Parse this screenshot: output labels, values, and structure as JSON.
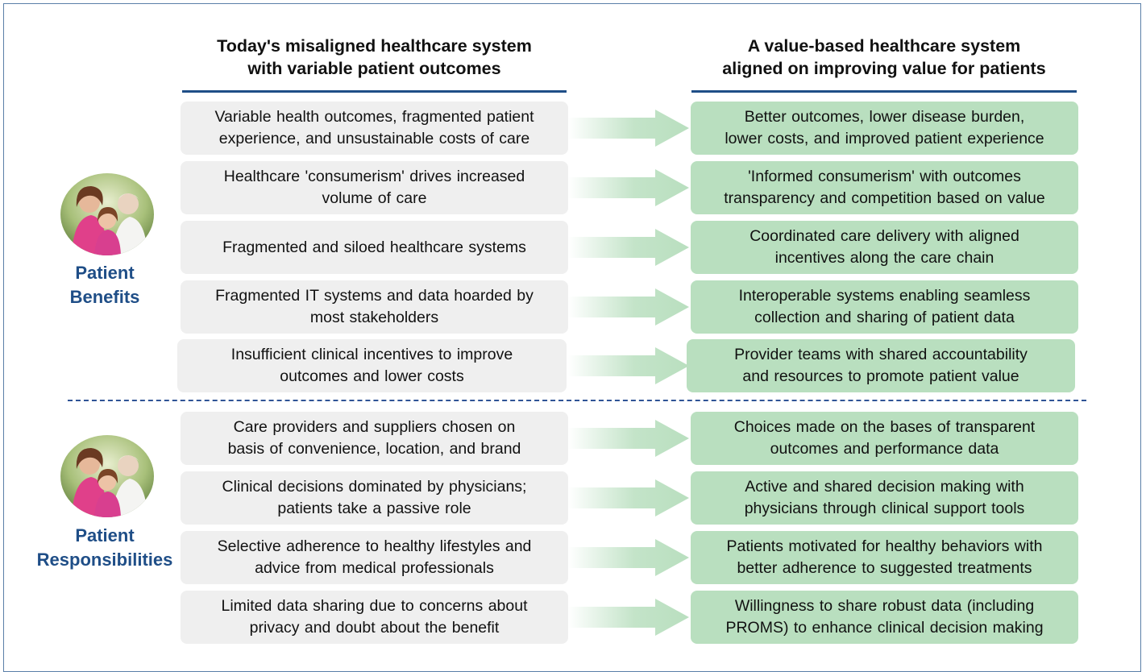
{
  "headers": {
    "left": [
      "Today's misaligned healthcare system",
      "with variable patient outcomes"
    ],
    "right": [
      "A value-based healthcare system",
      "aligned on improving value for patients"
    ]
  },
  "groups": {
    "benefits": [
      "Patient",
      "Benefits"
    ],
    "responsibilities": [
      "Patient",
      "Responsibilities"
    ]
  },
  "rows": [
    {
      "left": [
        "Variable health outcomes, fragmented patient",
        "experience, and unsustainable costs of care"
      ],
      "right": [
        "Better outcomes, lower disease burden,",
        "lower costs, and improved patient experience"
      ]
    },
    {
      "left": [
        "Healthcare 'consumerism' drives increased",
        "volume of care"
      ],
      "right": [
        "'Informed consumerism' with outcomes",
        "transparency and competition based on value"
      ]
    },
    {
      "left": [
        "Fragmented and siloed healthcare systems"
      ],
      "right": [
        "Coordinated care delivery with aligned",
        "incentives along the care chain"
      ]
    },
    {
      "left": [
        "Fragmented IT systems and data hoarded by",
        "most stakeholders"
      ],
      "right": [
        "Interoperable systems enabling seamless",
        "collection and sharing of patient data"
      ]
    },
    {
      "left": [
        "Insufficient clinical incentives to improve",
        "outcomes and lower costs"
      ],
      "right": [
        "Provider teams with shared accountability",
        "and resources to promote patient value"
      ]
    },
    {
      "left": [
        "Care providers and suppliers chosen on",
        "basis of convenience, location, and brand"
      ],
      "right": [
        "Choices made on the bases of transparent",
        "outcomes and performance data"
      ]
    },
    {
      "left": [
        "Clinical decisions dominated by physicians;",
        "patients take a passive role"
      ],
      "right": [
        "Active and shared decision making with",
        "physicians through clinical support tools"
      ]
    },
    {
      "left": [
        "Selective adherence to healthy lifestyles and",
        "advice from medical professionals"
      ],
      "right": [
        "Patients motivated for healthy behaviors with",
        "better adherence to suggested treatments"
      ]
    },
    {
      "left": [
        "Limited data sharing due to concerns about",
        "privacy and doubt about the benefit"
      ],
      "right": [
        "Willingness to share robust data (including",
        "PROMS) to enhance clinical decision making"
      ]
    }
  ],
  "colors": {
    "accent": "#1f4e87",
    "left_box": "#efefef",
    "right_box": "#b9dfbf",
    "arrow": "#b9dfbf"
  }
}
